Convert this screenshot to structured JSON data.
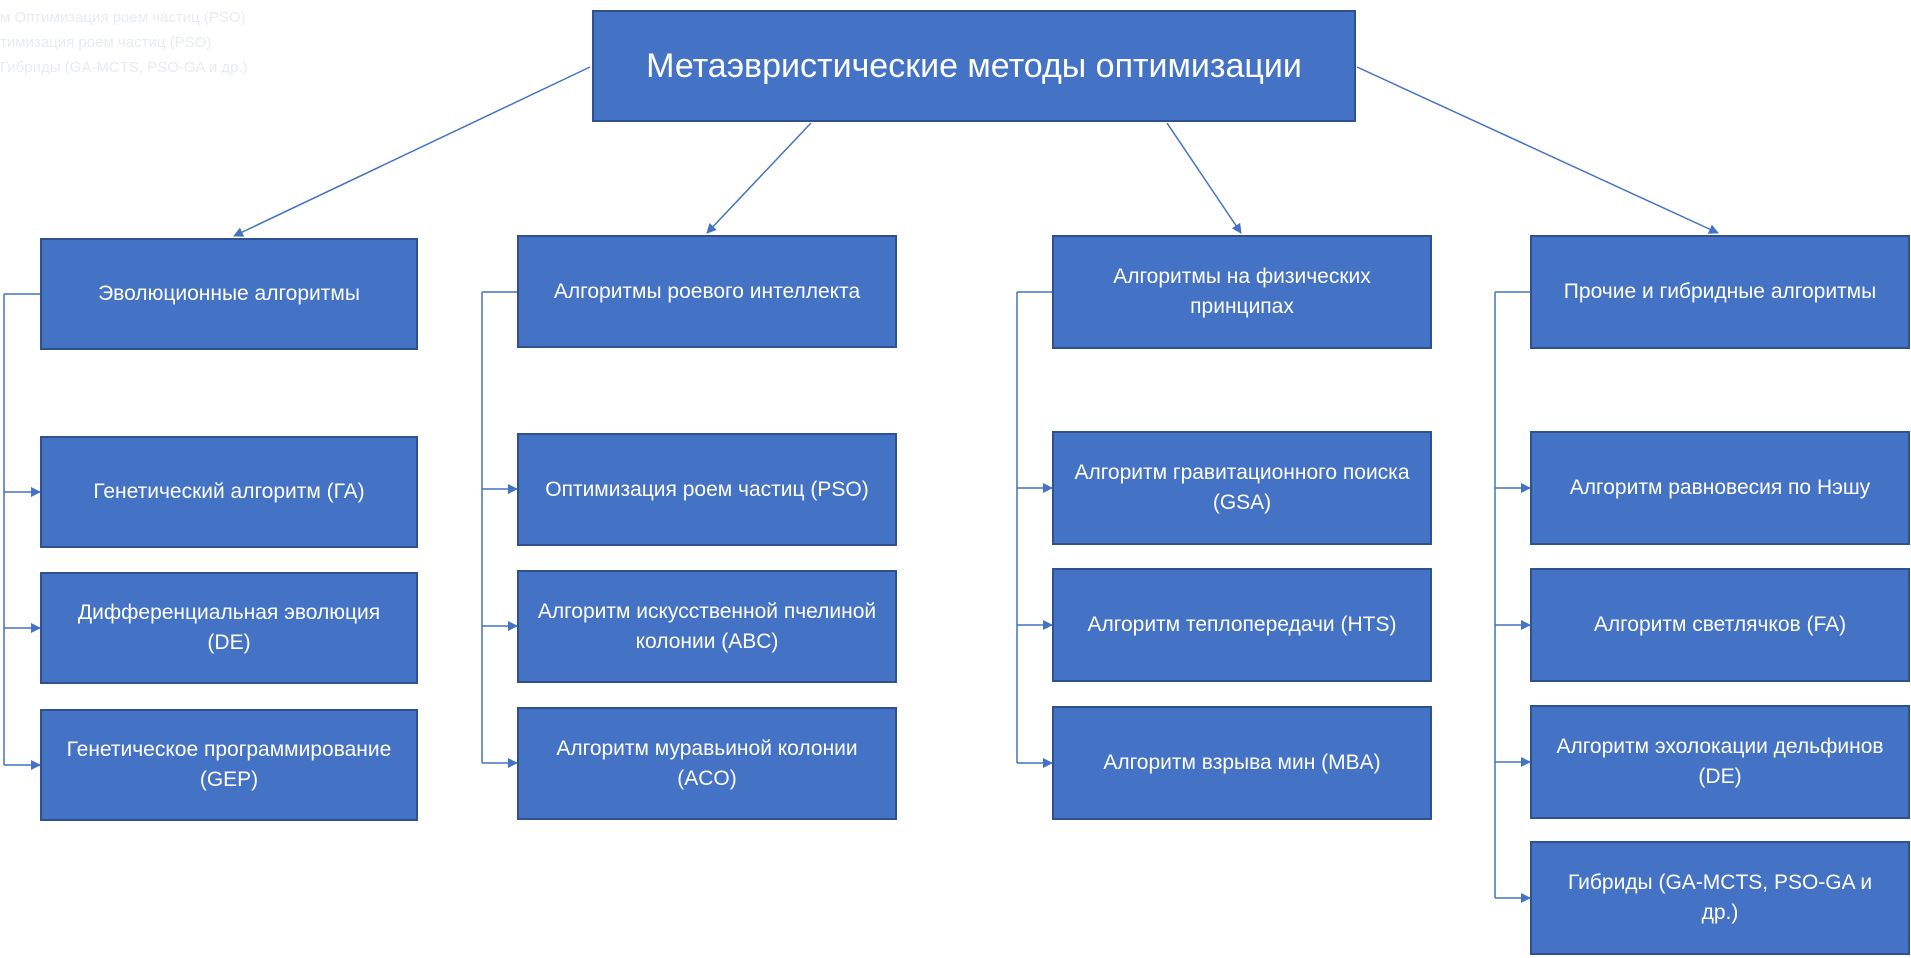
{
  "diagram": {
    "faint_lines": [
      "м Оптимизация роем частиц (PSO)",
      "тимизация роем частиц (PSO)",
      "Гибриды (GA-MCTS, PSO-GA и др.)"
    ],
    "root": "Метаэвристические методы оптимизации",
    "branches": [
      {
        "title": "Эволюционные алгоритмы",
        "items": [
          "Генетический алгоритм (ГА)",
          "Дифференциальная эволюция (DE)",
          "Генетическое программирование (GEP)"
        ]
      },
      {
        "title": "Алгоритмы роевого интеллекта",
        "items": [
          "Оптимизация роем частиц (PSO)",
          "Алгоритм искусственной пчелиной колонии (ABC)",
          "Алгоритм муравьиной колонии (ACO)"
        ]
      },
      {
        "title": "Алгоритмы на физических принципах",
        "items": [
          "Алгоритм гравитационного поиска (GSA)",
          "Алгоритм теплопередачи (HTS)",
          "Алгоритм взрыва мин (MBA)"
        ]
      },
      {
        "title": "Прочие и гибридные алгоритмы",
        "items": [
          "Алгоритм равновесия по Нэшу",
          "Алгоритм светлячков (FA)",
          "Алгоритм эхолокации дельфинов (DE)",
          "Гибриды (GA-MCTS, PSO-GA и др.)"
        ]
      }
    ],
    "colors": {
      "box_fill": "#4472c4",
      "box_border": "#2f528f",
      "connector": "#4472c4",
      "text": "#ffffff"
    }
  }
}
